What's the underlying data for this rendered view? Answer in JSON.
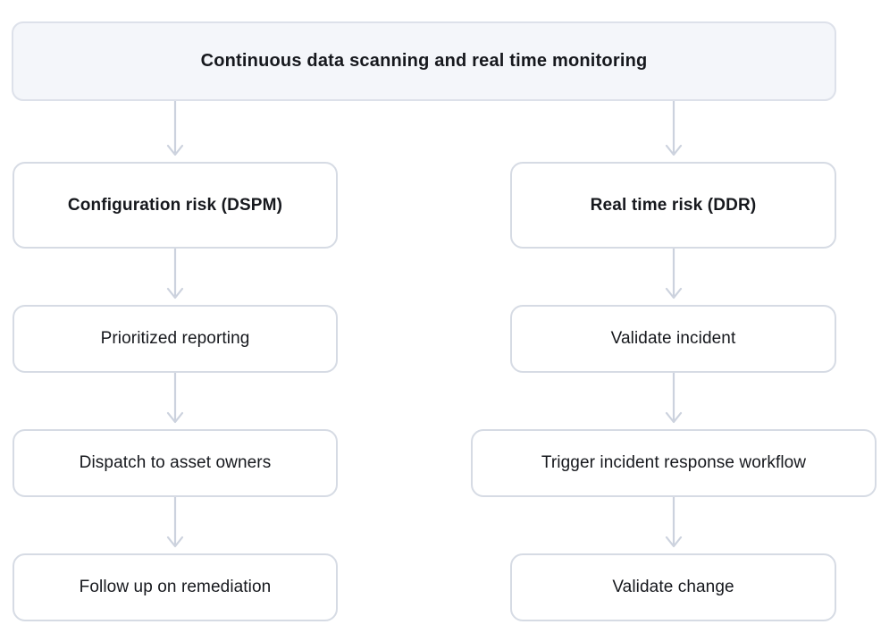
{
  "diagram": {
    "title": "Continuous data scanning and real time monitoring",
    "type": "flowchart",
    "colors": {
      "header_fill": "#f4f6fa",
      "node_fill": "#ffffff",
      "border": "#d6dbe4",
      "arrow": "#ccd2de",
      "text": "#16181d"
    },
    "header": {
      "label": "Continuous data scanning and real time monitoring"
    },
    "branches": [
      {
        "name": "configuration-risk",
        "heading": "Configuration risk (DSPM)",
        "steps": [
          {
            "label": "Prioritized reporting"
          },
          {
            "label": "Dispatch to asset owners"
          },
          {
            "label": "Follow up on remediation"
          }
        ]
      },
      {
        "name": "real-time-risk",
        "heading": "Real time risk (DDR)",
        "steps": [
          {
            "label": "Validate incident"
          },
          {
            "label": "Trigger incident response workflow"
          },
          {
            "label": "Validate change"
          }
        ]
      }
    ],
    "connectors": [
      {
        "name": "header-to-configuration-risk"
      },
      {
        "name": "header-to-real-time-risk"
      },
      {
        "name": "configuration-risk-to-prioritized-reporting"
      },
      {
        "name": "prioritized-reporting-to-dispatch-to-asset-owners"
      },
      {
        "name": "dispatch-to-asset-owners-to-follow-up-on-remediation"
      },
      {
        "name": "real-time-risk-to-validate-incident"
      },
      {
        "name": "validate-incident-to-trigger-incident-response-workflow"
      },
      {
        "name": "trigger-incident-response-workflow-to-validate-change"
      }
    ]
  }
}
